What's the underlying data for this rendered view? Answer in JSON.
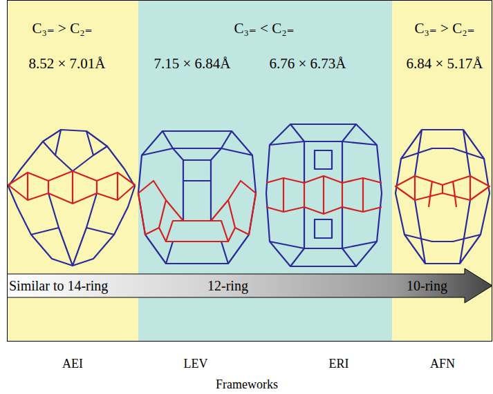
{
  "diagram": {
    "nodes": [
      {
        "text": [
          "C₃₌ > C₂₌",
          "8.52 × 7.01Å"
        ]
      },
      {
        "text": [
          "C₃₌ < C₂₌",
          "7.15 × 6.84Å",
          "6.76 × 6.73Å"
        ]
      },
      {
        "text": [
          "C₃₌ > C₂₌",
          "6.84 × 5.17Å"
        ]
      },
      {
        "text": [
          "Similar to 14-ring",
          "12-ring",
          "10-ring"
        ]
      }
    ],
    "labels": [
      "AEI",
      "LEV",
      "ERI",
      "AFN",
      "Frameworks"
    ]
  }
}
